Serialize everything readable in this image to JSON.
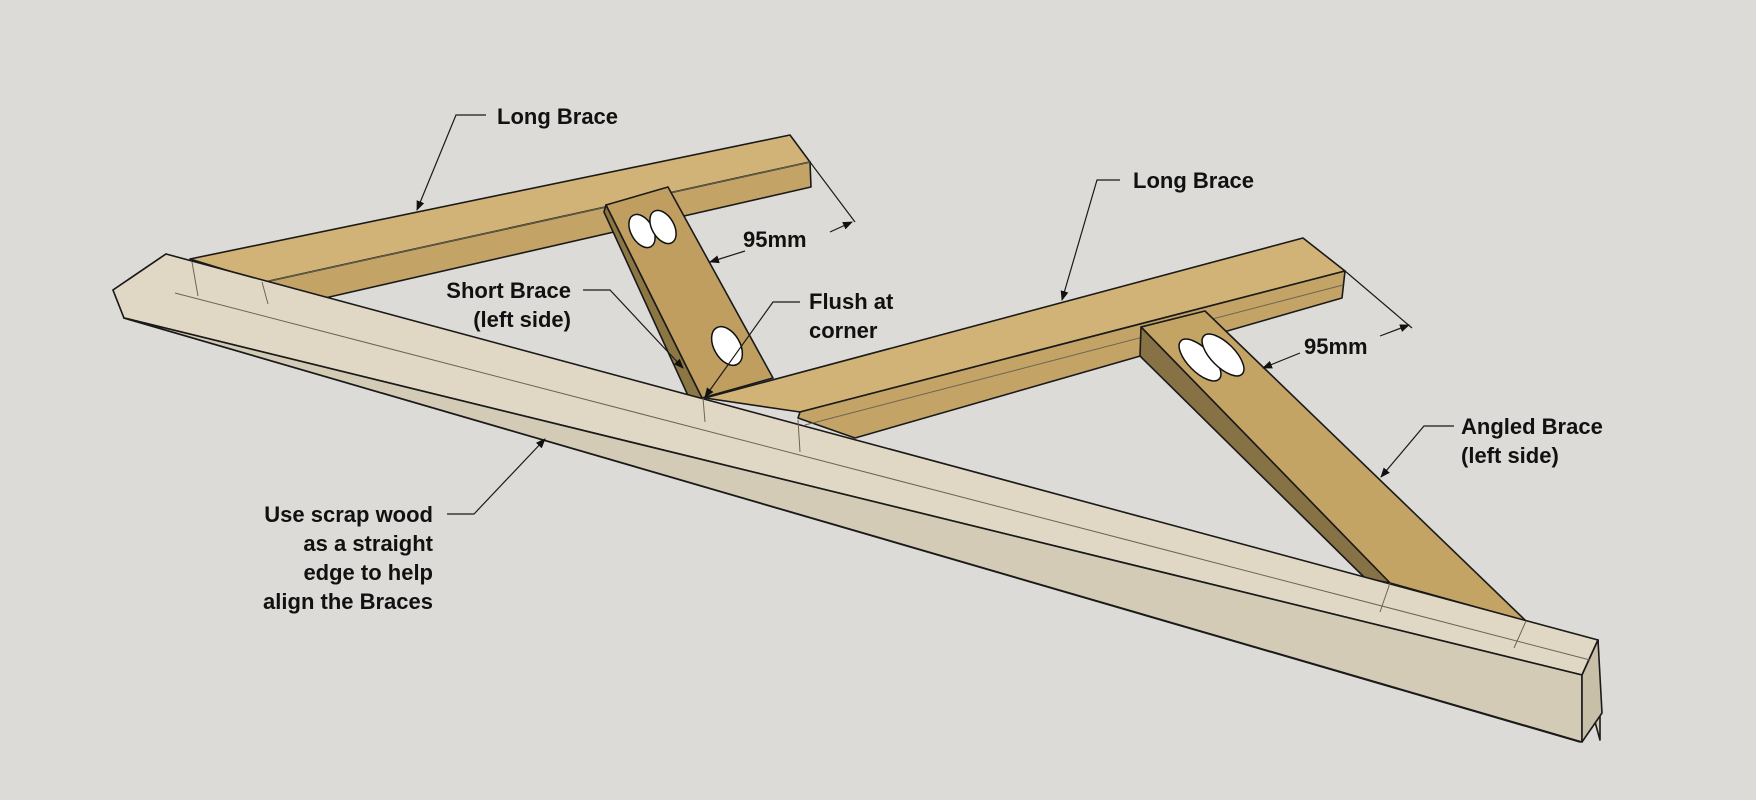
{
  "colors": {
    "background": "#dcdbd7",
    "wood_top": "#cdae73",
    "wood_side": "#b99a5e",
    "wood_dark": "#857140",
    "scrap_top": "#dfd7c3",
    "scrap_side": "#ccc3ad"
  },
  "labels": {
    "long_brace_left": "Long Brace",
    "long_brace_right": "Long Brace",
    "short_brace_line1": "Short Brace",
    "short_brace_line2": "(left side)",
    "flush_line1": "Flush at",
    "flush_line2": "corner",
    "angled_line1": "Angled Brace",
    "angled_line2": "(left side)",
    "scrap_line1": "Use scrap wood",
    "scrap_line2": "as a straight",
    "scrap_line3": "edge to help",
    "scrap_line4": "align the Braces",
    "dimension_left": "95mm",
    "dimension_right": "95mm"
  }
}
